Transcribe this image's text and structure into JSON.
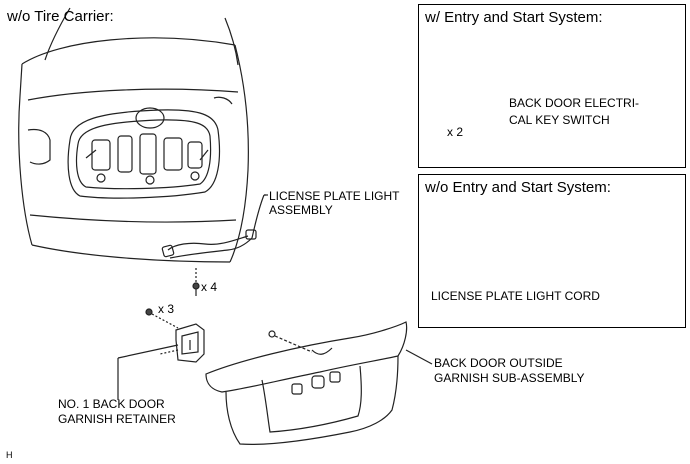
{
  "main_caption": "w/o Tire Carrier:",
  "figure_code": "H",
  "panel_with_entry": {
    "title": "w/ Entry and Start System:",
    "part_label_line1": "BACK DOOR ELECTRI-",
    "part_label_line2": "CAL KEY SWITCH",
    "qty": "x 2"
  },
  "panel_without_entry": {
    "title": "w/o Entry and Start System:",
    "part_label": "LICENSE PLATE LIGHT CORD"
  },
  "labels": {
    "license_plate_light_line1": "LICENSE PLATE LIGHT",
    "license_plate_light_line2": "ASSEMBLY",
    "qty_light_screws": "x 4",
    "qty_retainer_screws": "x 3",
    "retainer_line1": "NO. 1 BACK DOOR",
    "retainer_line2": "GARNISH RETAINER",
    "garnish_line1": "BACK DOOR OUTSIDE",
    "garnish_line2": "GARNISH SUB-ASSEMBLY"
  }
}
